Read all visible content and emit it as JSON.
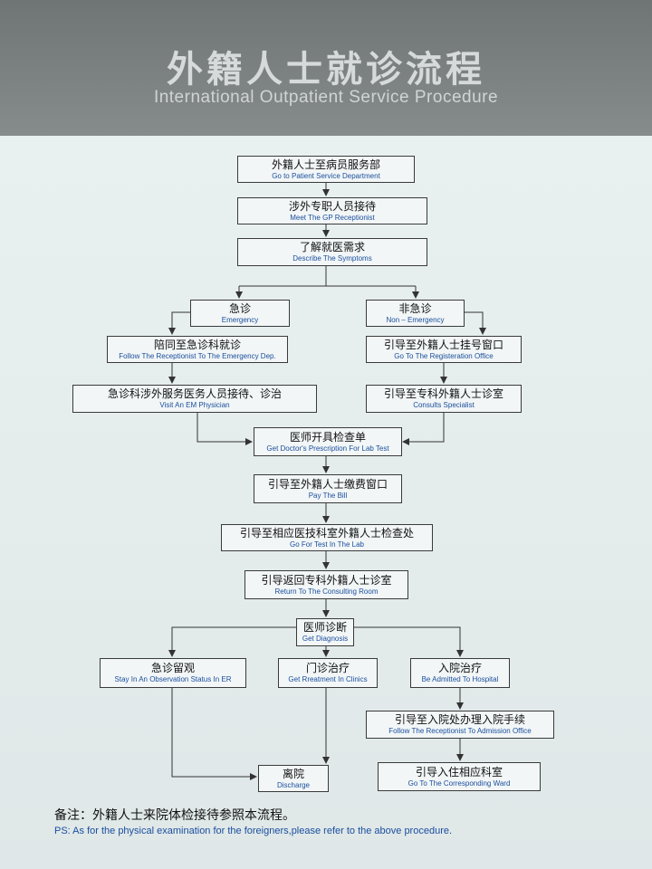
{
  "header": {
    "title": "外籍人士就诊流程",
    "subtitle": "International Outpatient Service Procedure"
  },
  "steps": {
    "patient_service": {
      "zh": "外籍人士至病员服务部",
      "en": "Go to  Patient Service Department"
    },
    "gp_reception": {
      "zh": "涉外专职人员接待",
      "en": "Meet The GP Receptionist"
    },
    "describe": {
      "zh": "了解就医需求",
      "en": "Describe The Symptoms"
    },
    "emergency": {
      "zh": "急诊",
      "en": "Emergency"
    },
    "non_emergency": {
      "zh": "非急诊",
      "en": "Non – Emergency"
    },
    "follow_er": {
      "zh": "陪同至急诊科就诊",
      "en": "Follow The Receptionist To The Emergency Dep."
    },
    "registration": {
      "zh": "引导至外籍人士挂号窗口",
      "en": "Go To The Registeration Office"
    },
    "em_physician": {
      "zh": "急诊科涉外服务医务人员接待、诊治",
      "en": "Visit An EM Physician"
    },
    "specialist": {
      "zh": "引导至专科外籍人士诊室",
      "en": "Consults Specialist"
    },
    "lab_prescription": {
      "zh": "医师开具检查单",
      "en": "Get Doctor's Prescription For Lab Test"
    },
    "pay_bill": {
      "zh": "引导至外籍人士缴费窗口",
      "en": "Pay The Bill"
    },
    "lab_test": {
      "zh": "引导至相应医技科室外籍人士检查处",
      "en": "Go For Test In The Lab"
    },
    "return_room": {
      "zh": "引导返回专科外籍人士诊室",
      "en": "Return To The Consulting Room"
    },
    "diagnosis": {
      "zh": "医师诊断",
      "en": "Get Diagnosis"
    },
    "observation": {
      "zh": "急诊留观",
      "en": "Stay In An Observation Status In ER"
    },
    "clinic_treatment": {
      "zh": "门诊治疗",
      "en": "Get Rreatment In Clinics"
    },
    "admitted": {
      "zh": "入院治疗",
      "en": "Be Admitted To Hospital"
    },
    "admission_office": {
      "zh": "引导至入院处办理入院手续",
      "en": "Follow The Receptionist To Admission Office"
    },
    "discharge": {
      "zh": "离院",
      "en": "Discharge"
    },
    "ward": {
      "zh": "引导入住相应科室",
      "en": "Go To The Corresponding Ward"
    }
  },
  "note": {
    "zh": "备注：外籍人士来院体检接待参照本流程。",
    "en": "PS: As for the physical examination for the foreigners,please refer to the above procedure."
  },
  "colors": {
    "line": "#333333",
    "english_text": "#1a4e9e",
    "header_bg": "#7a8080"
  }
}
